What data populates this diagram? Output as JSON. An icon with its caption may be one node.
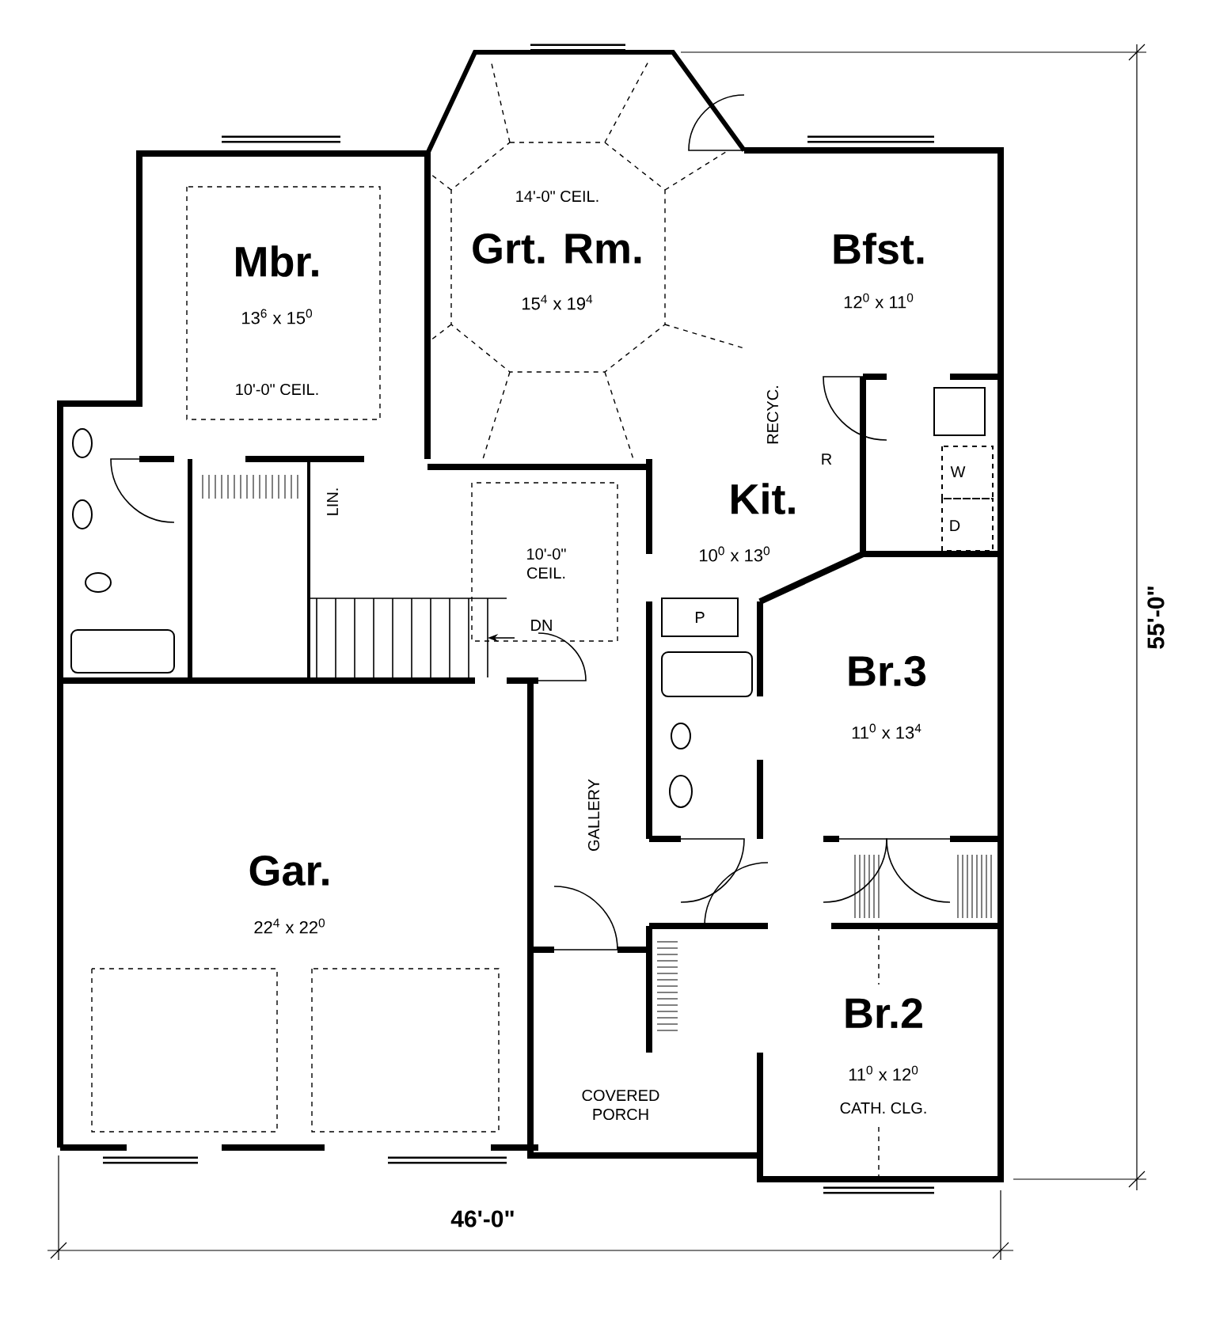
{
  "diagram": {
    "labels": [
      "14'-0\" CEIL.",
      "Mbr.",
      "Grt. Rm.",
      "Bfst.",
      "13$^{6}$ x 15$^{0}$",
      "15$^{4}$ x 19$^{4}$",
      "12$^{0}$ x 11$^{0}$",
      "10'-0\" CEIL.",
      "RECYC.",
      "R",
      "LIN.",
      "W",
      "Kit.",
      "10'-0\" CEIL.",
      "10$^{0}$ x 13$^{0}$",
      "D",
      "P",
      "DN",
      "55'-0\"",
      "Br.3",
      "11$^{0}$ x 13$^{4}$",
      "GALLERY",
      "Gar.",
      "22$^{4}$ x 22$^{0}$",
      "Br.2",
      "11$^{0}$ x 12$^{0}$",
      "COVERED PORCH",
      "CATH. CLG.",
      "46'-0\""
    ]
  }
}
